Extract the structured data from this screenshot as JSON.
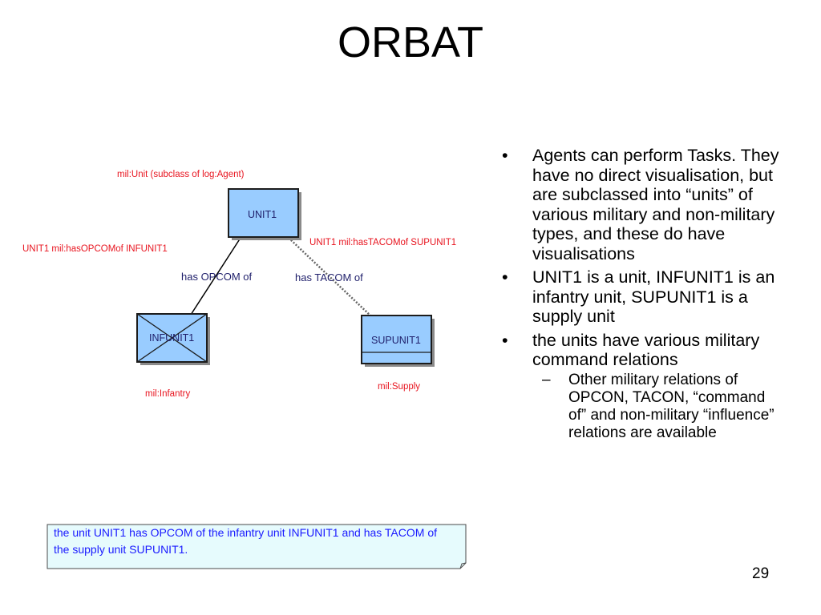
{
  "slide": {
    "title": "ORBAT",
    "page_number": "29"
  },
  "diagram": {
    "nodes": {
      "unit1": {
        "label": "UNIT1",
        "class_note": "mil:Unit (subclass of log:Agent)"
      },
      "infunit1": {
        "label": "INFUNIT1",
        "class_note": "mil:Infantry"
      },
      "supunit1": {
        "label": "SUPUNIT1",
        "class_note": "mil:Supply"
      }
    },
    "edges": {
      "opcom": {
        "label": "has OPCOM of",
        "triple": "UNIT1 mil:hasOPCOMof INFUNIT1"
      },
      "tacom": {
        "label": "has TACOM of",
        "triple": "UNIT1 mil:hasTACOMof SUPUNIT1"
      }
    },
    "caption": "the unit UNIT1 has OPCOM of the infantry unit INFUNIT1 and has TACOM of the supply unit SUPUNIT1."
  },
  "bullets": [
    {
      "text": "Agents can perform Tasks. They have no direct visualisation, but are subclassed into “units” of various military and non-military types, and these do have visualisations"
    },
    {
      "text": "UNIT1 is a unit, INFUNIT1 is an infantry unit, SUPUNIT1 is a supply unit"
    },
    {
      "text": "the units have various military command relations",
      "sub": [
        {
          "text": "Other military relations of OPCON, TACON, “command of” and non-military “influence” relations are available"
        }
      ]
    }
  ],
  "glyphs": {
    "bullet": "•",
    "dash": "–"
  },
  "colors": {
    "annotation_red": "#e8141f",
    "unit_fill": "#99ccff",
    "unit_border": "#1c1c1c",
    "relation_text": "#1f1f6b",
    "note_fill": "#e6fbfd",
    "note_text": "#1a1aff"
  }
}
